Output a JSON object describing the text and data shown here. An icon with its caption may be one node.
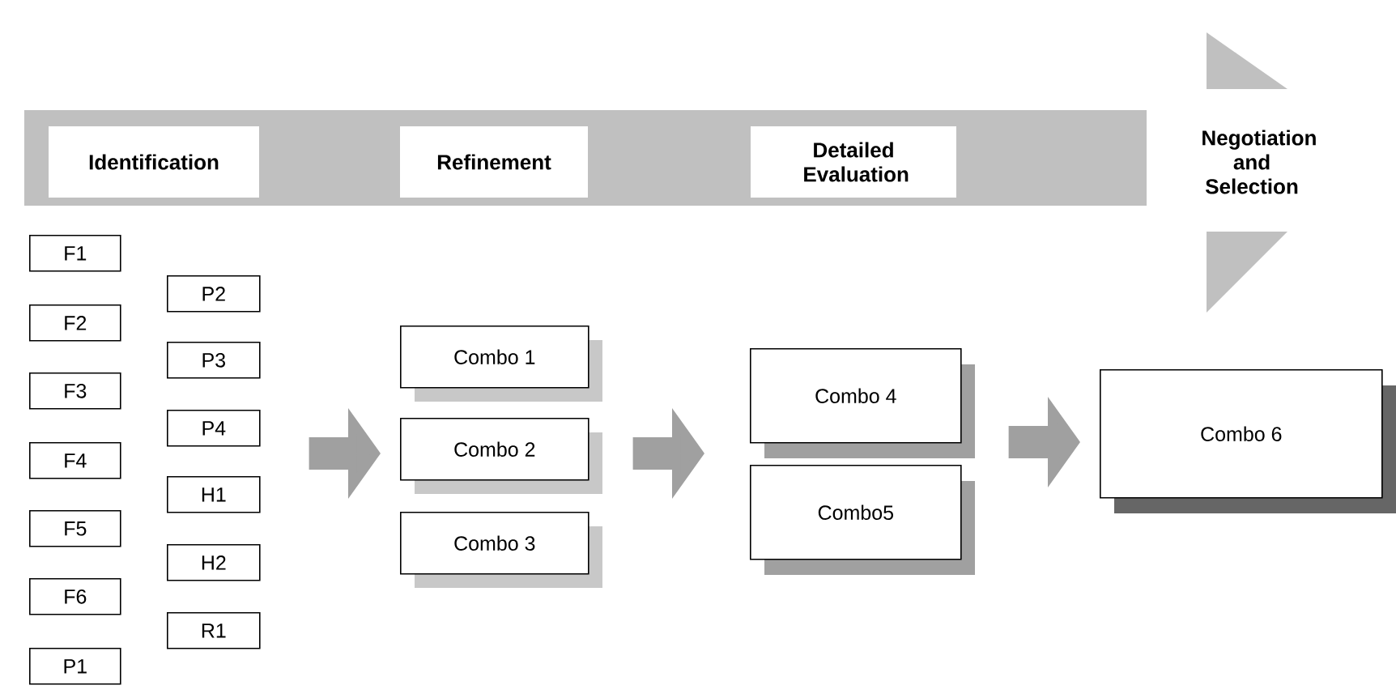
{
  "diagram": {
    "nodes": [
      {
        "text": [
          "F1"
        ]
      },
      {
        "text": [
          "F2"
        ]
      },
      {
        "text": [
          "F3"
        ]
      },
      {
        "text": [
          "F4"
        ]
      },
      {
        "text": [
          "F5"
        ]
      },
      {
        "text": [
          "F6"
        ]
      },
      {
        "text": [
          "P1"
        ]
      },
      {
        "text": [
          "P2"
        ]
      },
      {
        "text": [
          "P3"
        ]
      },
      {
        "text": [
          "P4"
        ]
      },
      {
        "text": [
          "H1"
        ]
      },
      {
        "text": [
          "H2"
        ]
      },
      {
        "text": [
          "R1"
        ]
      },
      {
        "text": [
          "Combo 1"
        ]
      },
      {
        "text": [
          "Combo 2"
        ]
      },
      {
        "text": [
          "Combo 3"
        ]
      },
      {
        "text": [
          "Combo 4"
        ]
      },
      {
        "text": [
          "Combo5"
        ]
      },
      {
        "text": [
          "Combo 6"
        ]
      }
    ],
    "edges": [
      {
        "from": 9,
        "to": 14,
        "arrow": "to"
      },
      {
        "from": 14,
        "to": 16,
        "arrow": "to"
      },
      {
        "from": 16,
        "to": 18,
        "arrow": "to"
      }
    ],
    "labels": [
      "Identification",
      "Refinement",
      "Detailed Evaluation",
      "Negotiation and Selection"
    ]
  }
}
